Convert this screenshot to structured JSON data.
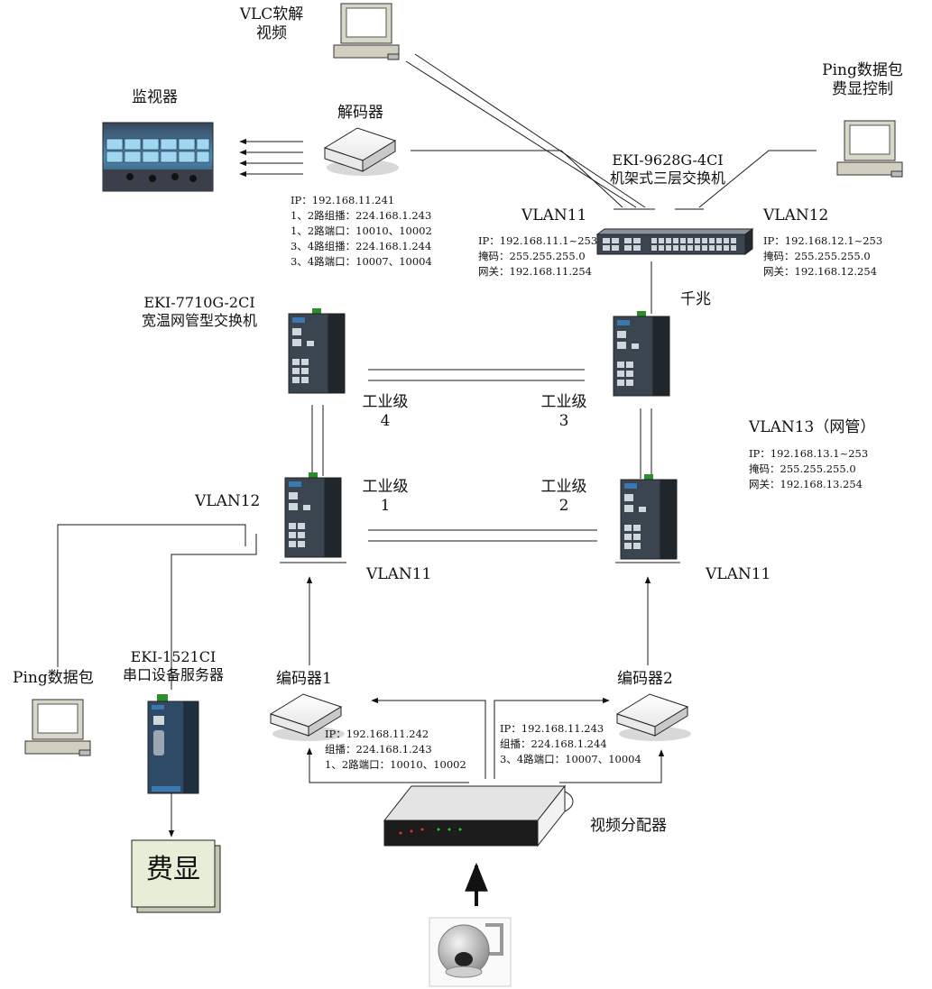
{
  "labels": {
    "vlc": "VLC软解\n视频",
    "monitor": "监视器",
    "decoder": "解码器",
    "ping_top": "Ping数据包\n费显控制",
    "core_switch": "EKI-9628G-4CI\n机架式三层交换机",
    "vlan11_top": "VLAN11",
    "vlan12_top": "VLAN12",
    "decoder_info": "IP：192.168.11.241\n1、2路组播：224.168.1.243\n1、2路端口：10010、10002\n3、4路组播：224.168.1.244\n3、4路端口：10007、10004",
    "vlan11_info": "IP：192.168.11.1~253\n掩码：255.255.255.0\n网关：192.168.11.254",
    "vlan12_info": "IP：192.168.12.1~253\n掩码：255.255.255.0\n网关：192.168.12.254",
    "eki7710": "EKI-7710G-2CI\n宽温网管型交换机",
    "gigabit": "千兆",
    "ind4": "工业级\n4",
    "ind3": "工业级\n3",
    "ind1": "工业级\n1",
    "ind2": "工业级\n2",
    "vlan13": "VLAN13（网管）",
    "vlan13_info": "IP：192.168.13.1~253\n掩码：255.255.255.0\n网关：192.168.13.254",
    "vlan12_left": "VLAN12",
    "vlan11_mid_left": "VLAN11",
    "vlan11_mid_right": "VLAN11",
    "ping_bottom": "Ping数据包",
    "eki1521": "EKI-1521CI\n串口设备服务器",
    "encoder1": "编码器1",
    "encoder2": "编码器2",
    "encoder1_info": "IP：192.168.11.242\n组播：224.168.1.243\n1、2路端口：10010、10002",
    "encoder2_info": "IP：192.168.11.243\n组播：224.168.1.244\n3、4路端口：10007、10004",
    "video_splitter": "视频分配器",
    "feixian": "费显"
  },
  "colors": {
    "line": "#1a1a1a",
    "switch_body": "#3a4550",
    "switch_green": "#2a8f2a",
    "feixian_box": "#e6eed8"
  },
  "icons": {
    "computer": "desktop-computer-icon",
    "decoder": "decoder-box-icon",
    "encoder": "encoder-box-icon",
    "industrial_switch": "industrial-switch-icon",
    "rack_switch": "rack-switch-icon",
    "camera": "dome-camera-icon",
    "splitter": "video-splitter-icon",
    "serial_server": "serial-device-server-icon",
    "monitor_wall": "video-wall-icon"
  }
}
